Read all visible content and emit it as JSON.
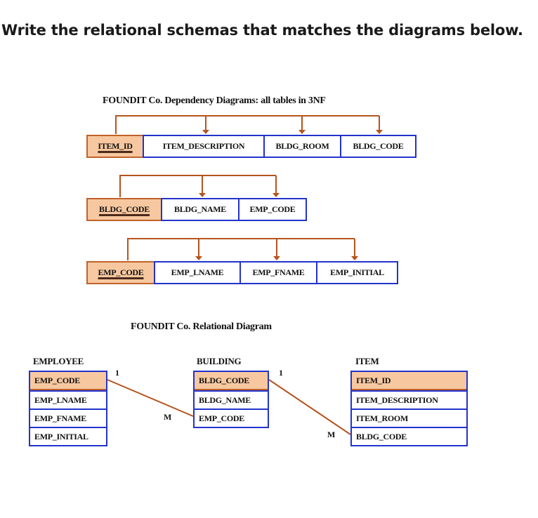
{
  "question": "Write the relational schemas that matches the diagrams below.",
  "dependency_title": "FOUNDIT Co. Dependency Diagrams: all tables in 3NF",
  "item_table": [
    "ITEM_ID",
    "ITEM_DESCRIPTION",
    "BLDG_ROOM",
    "BLDG_CODE"
  ],
  "building_table": [
    "BLDG_CODE",
    "BLDG_NAME",
    "EMP_CODE"
  ],
  "employee_table": [
    "EMP_CODE",
    "EMP_LNAME",
    "EMP_FNAME",
    "EMP_INITIAL"
  ],
  "relational_title": "FOUNDIT Co. Relational Diagram",
  "employee": {
    "name": "EMPLOYEE",
    "attributes": [
      "EMP_CODE",
      "EMP_LNAME",
      "EMP_FNAME",
      "EMP_INITIAL"
    ]
  },
  "building": {
    "name": "BUILDING",
    "attributes": [
      "BLDG_CODE",
      "BLDG_NAME",
      "EMP_CODE"
    ]
  },
  "item": {
    "name": "ITEM",
    "attributes": [
      "ITEM_ID",
      "ITEM_DESCRIPTION",
      "ITEM_ROOM",
      "BLDG_CODE"
    ]
  },
  "cardinality": {
    "emp_one": "1",
    "emp_many": "M",
    "bldg_one": "1",
    "bldg_many": "M"
  },
  "colors": {
    "border": "#2233cc",
    "pk_fill": "#f7c8a0",
    "connector": "#b5541e"
  }
}
